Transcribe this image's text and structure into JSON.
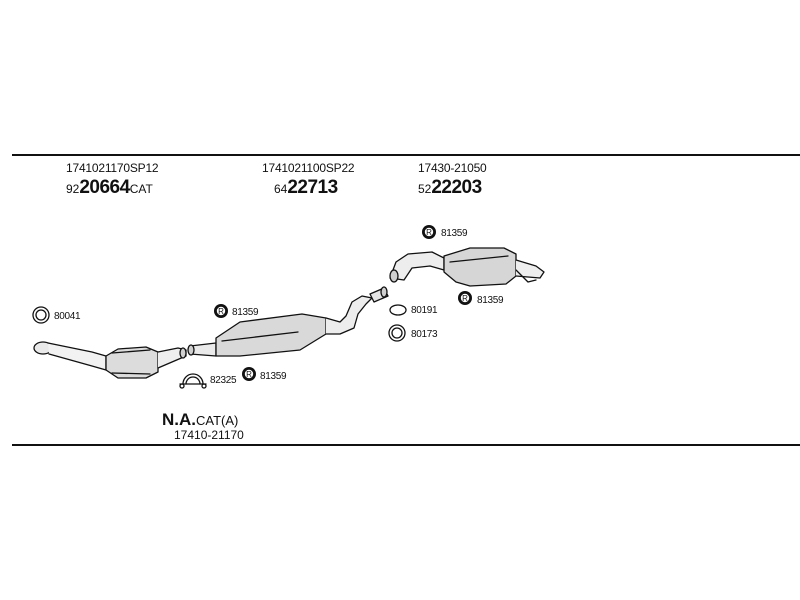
{
  "headers": [
    {
      "part_number": "1741021170SP12",
      "prefix": "92",
      "code": "20664",
      "suffix": "CAT"
    },
    {
      "part_number": "1741021100SP22",
      "prefix": "64",
      "code": "22713",
      "suffix": ""
    },
    {
      "part_number": "17430-21050",
      "prefix": "52",
      "code": "22203",
      "suffix": ""
    }
  ],
  "labels": {
    "ring_front": "80041",
    "seal_rear_top": "81359",
    "seal_rear_bottom": "81359",
    "gasket_mid": "80191",
    "ring_mid": "80173",
    "seal_center": "81359",
    "clamp": "82325",
    "seal_clamp": "81359"
  },
  "footer": {
    "title_bold": "N.A.",
    "title_rest": "CAT(A)",
    "part_number": "17410-21170"
  },
  "symbols": {
    "seal_letter": "R"
  }
}
